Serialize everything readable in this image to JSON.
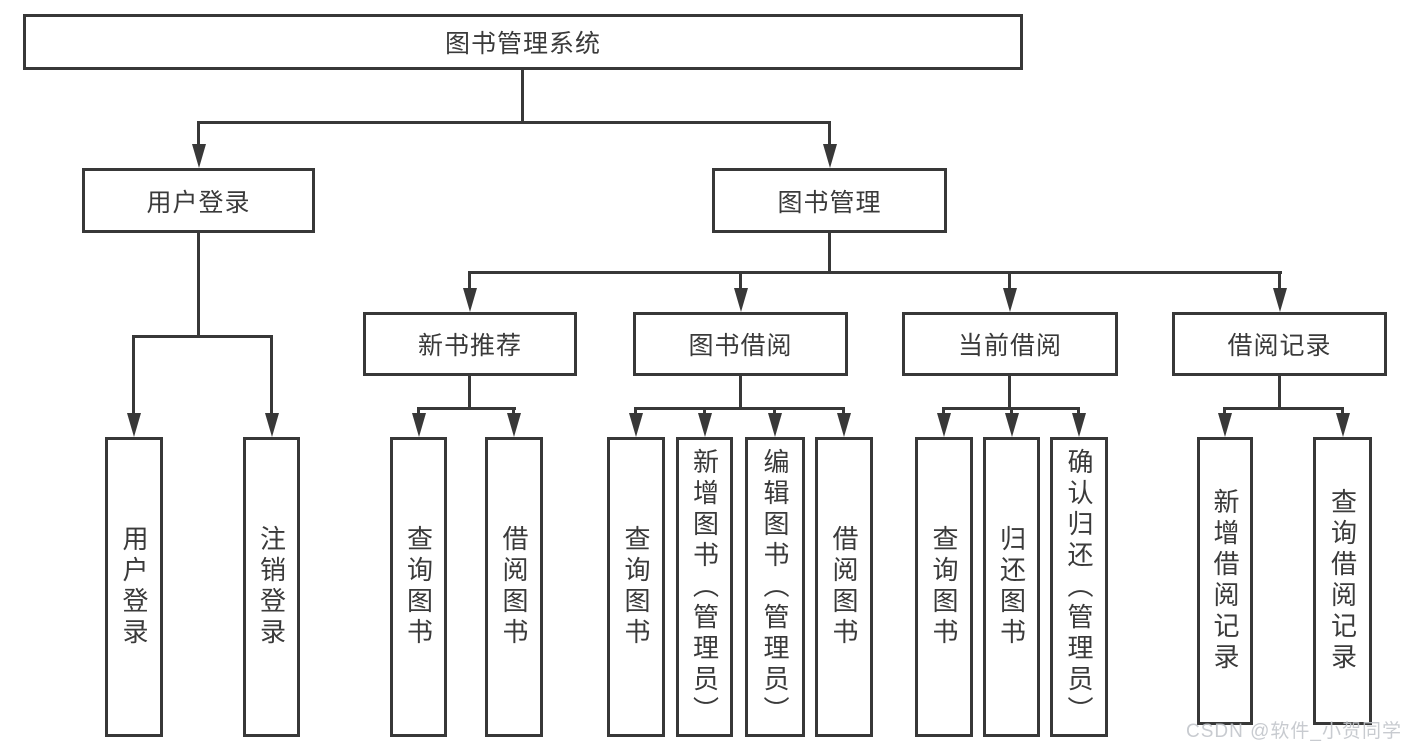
{
  "tree": {
    "label": "图书管理系统",
    "children": [
      {
        "label": "用户登录",
        "children": [
          {
            "label": "用户登录"
          },
          {
            "label": "注销登录"
          }
        ]
      },
      {
        "label": "图书管理",
        "children": [
          {
            "label": "新书推荐",
            "children": [
              {
                "label": "查询图书"
              },
              {
                "label": "借阅图书"
              }
            ]
          },
          {
            "label": "图书借阅",
            "children": [
              {
                "label": "查询图书"
              },
              {
                "label": "新增图书（管理员）"
              },
              {
                "label": "编辑图书（管理员）"
              },
              {
                "label": "借阅图书"
              }
            ]
          },
          {
            "label": "当前借阅",
            "children": [
              {
                "label": "查询图书"
              },
              {
                "label": "归还图书"
              },
              {
                "label": "确认归还（管理员）"
              }
            ]
          },
          {
            "label": "借阅记录",
            "children": [
              {
                "label": "新增借阅记录"
              },
              {
                "label": "查询借阅记录"
              }
            ]
          }
        ]
      }
    ]
  },
  "watermark": "CSDN @软件_小贺同学",
  "colors": {
    "line": "#383838",
    "text": "#3a3a3a",
    "background": "#ffffff",
    "watermark": "#c3c6cb"
  }
}
